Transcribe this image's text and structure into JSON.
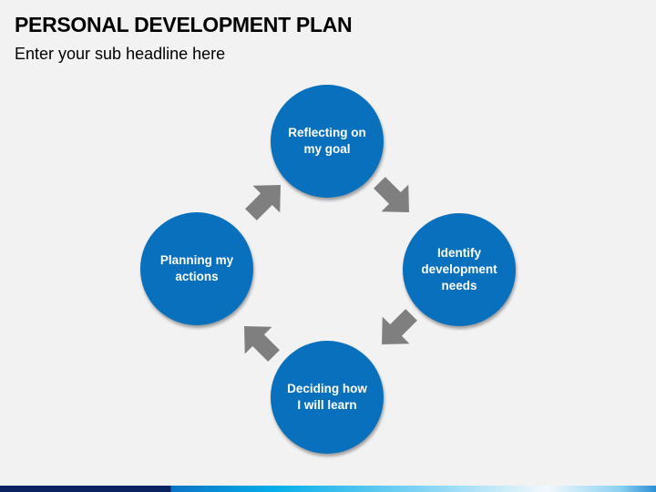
{
  "title": "PERSONAL DEVELOPMENT PLAN",
  "subtitle": "Enter your sub headline here",
  "steps": [
    {
      "label": "Reflecting on\nmy goal"
    },
    {
      "label": "Identify\ndevelopment\nneeds"
    },
    {
      "label": "Deciding how\nI will learn"
    },
    {
      "label": "Planning my\nactions"
    }
  ],
  "colors": {
    "circle": "#0870bd",
    "arrow": "#7f7f7f",
    "background": "#f2f2f2",
    "bar": "#0b2361"
  }
}
